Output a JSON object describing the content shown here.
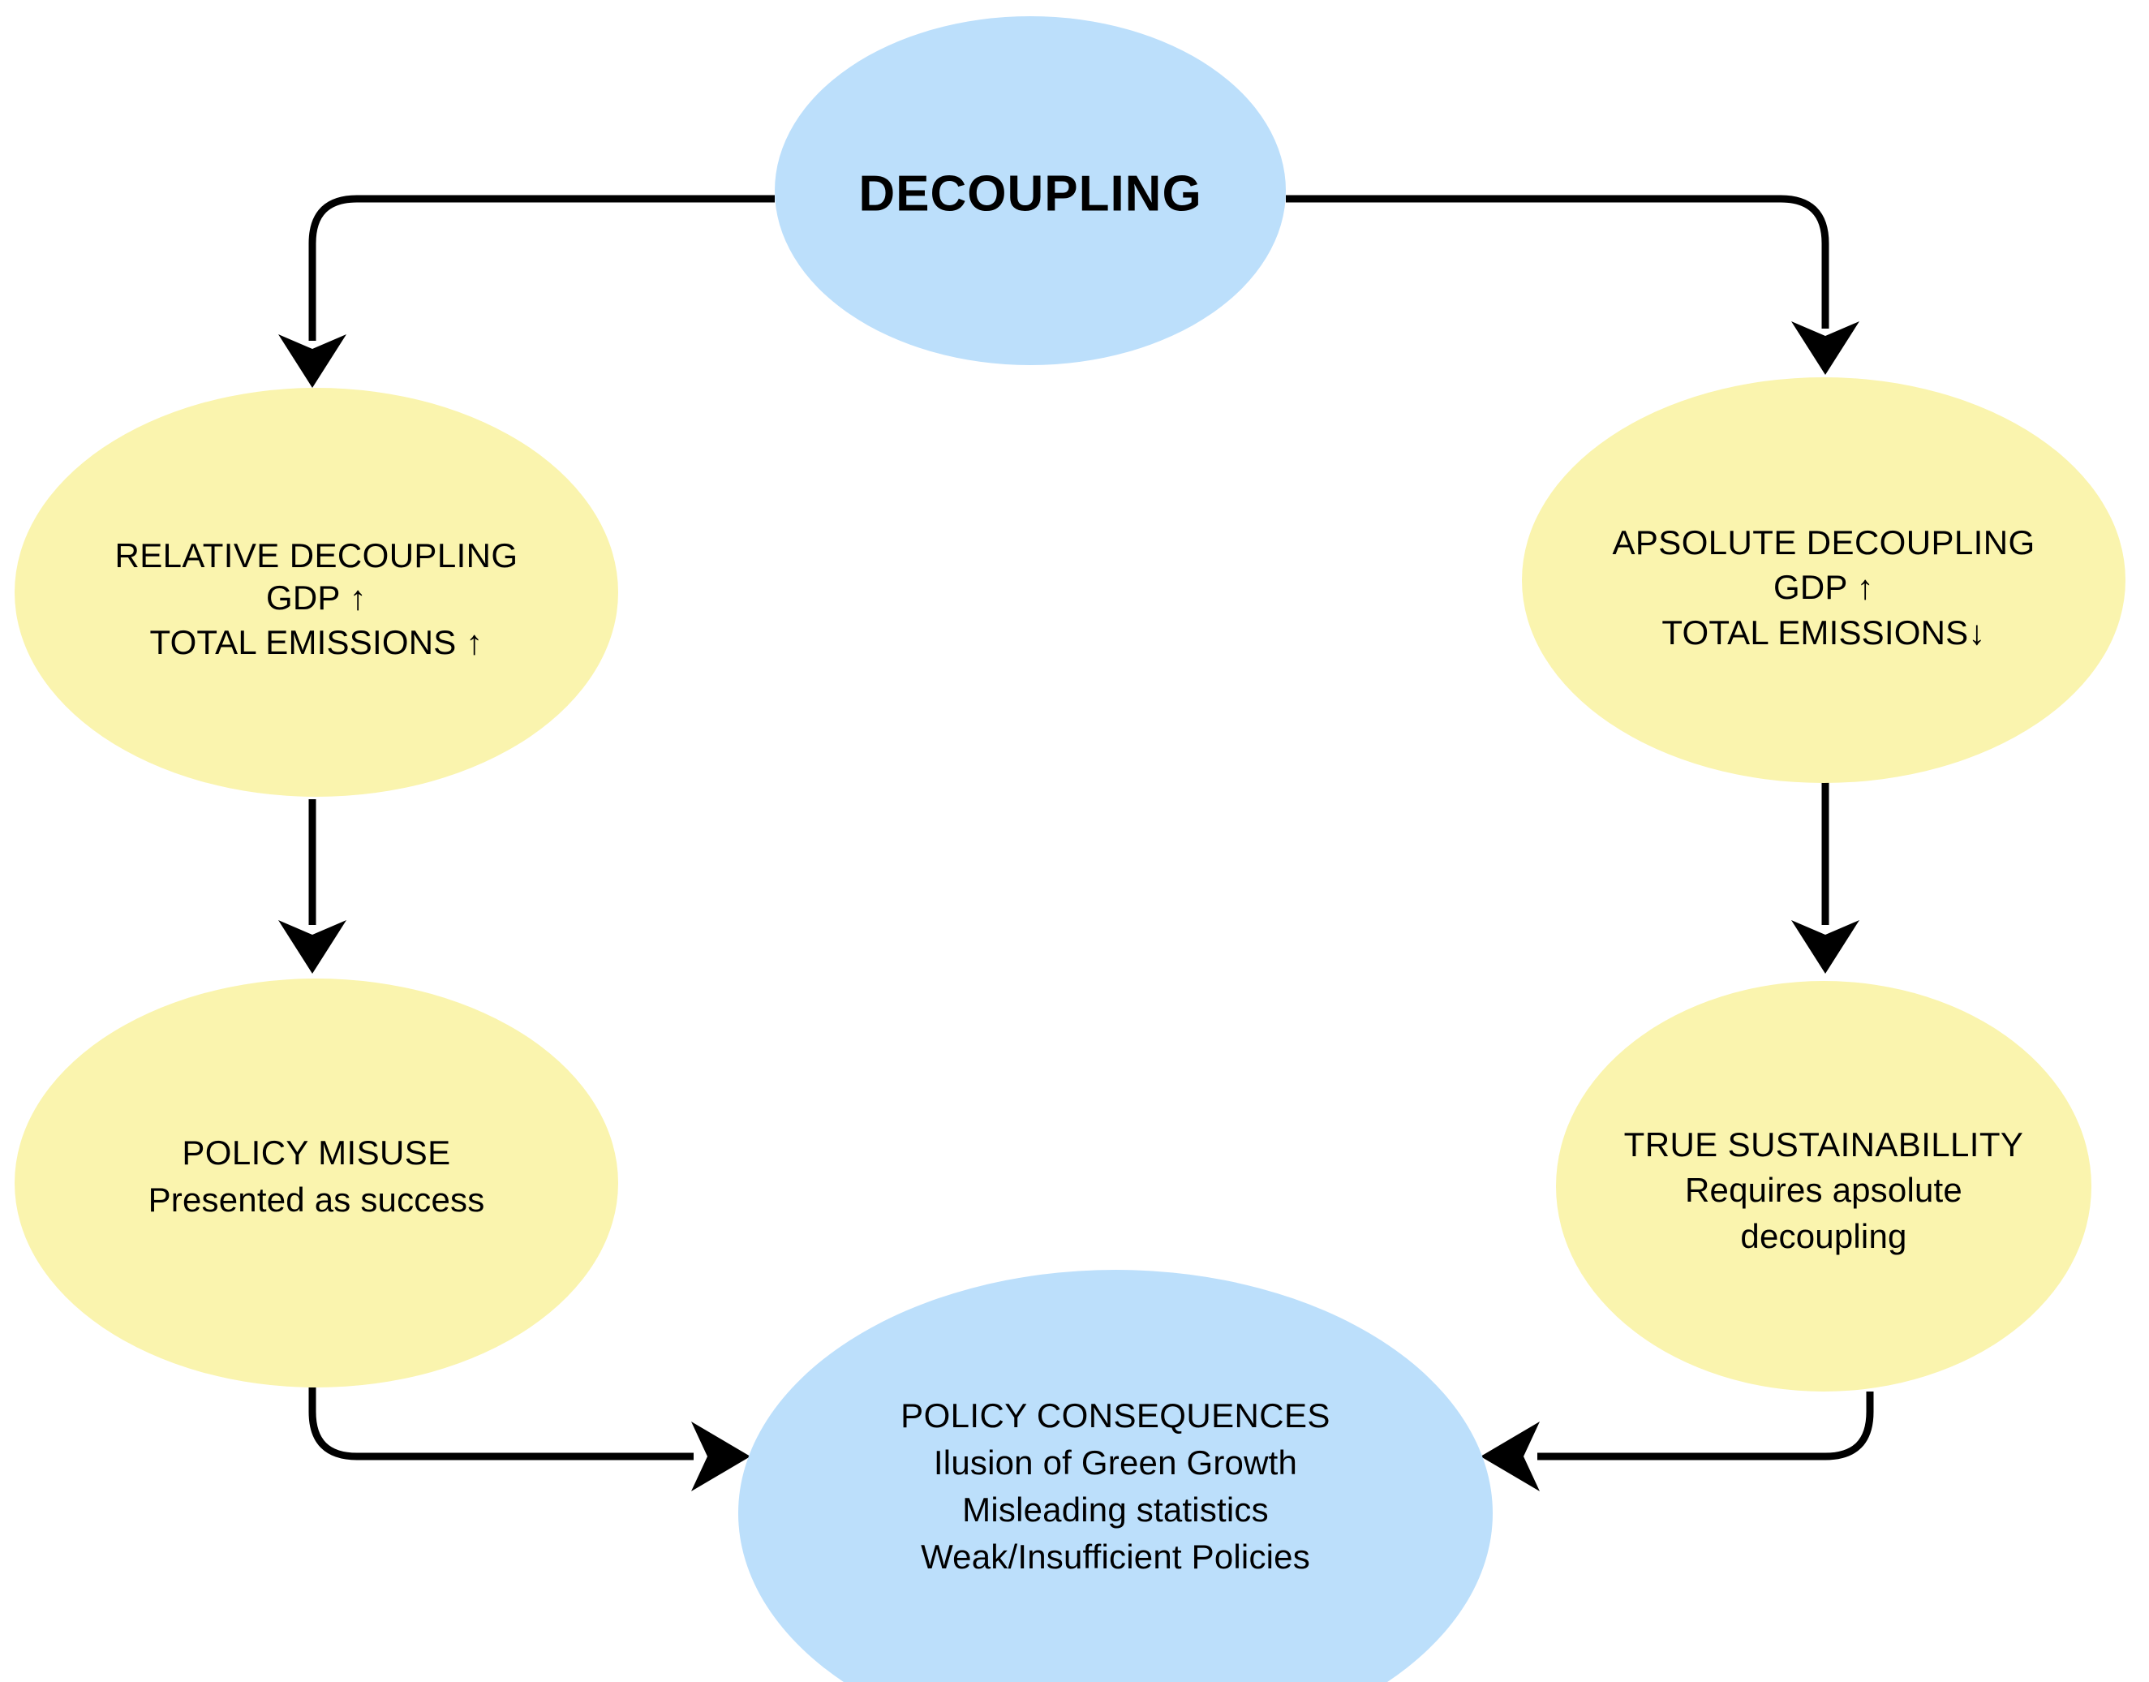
{
  "diagram": {
    "title_node": {
      "id": "decoupling",
      "label": "DECOUPLING",
      "shape": "ellipse",
      "color": "#bcdffb"
    },
    "colors": {
      "blue_fill": "#bcdffb",
      "yellow_fill": "#faf4ae",
      "connector": "#000000",
      "text": "#000000",
      "background": "#ffffff"
    },
    "nodes": [
      {
        "id": "relative-decoupling",
        "color": "#faf4ae",
        "lines": [
          "RELATIVE DECOUPLING",
          "GDP  ↑",
          "TOTAL EMISSIONS  ↑"
        ]
      },
      {
        "id": "apsolute-decoupling",
        "color": "#faf4ae",
        "lines": [
          "APSOLUTE DECOUPLING",
          "GDP  ↑",
          "TOTAL EMISSIONS↓"
        ]
      },
      {
        "id": "policy-misuse",
        "color": "#faf4ae",
        "lines": [
          "POLICY MISUSE",
          "Presented as success"
        ]
      },
      {
        "id": "true-sustainabillity",
        "color": "#faf4ae",
        "lines": [
          "TRUE SUSTAINABILLITY",
          "Requires apsolute",
          "decoupling"
        ]
      },
      {
        "id": "policy-consequences",
        "color": "#bcdffb",
        "lines": [
          "POLICY CONSEQUENCES",
          "Ilusion of Green Growth",
          "Misleading statistics",
          "Weak/Insufficient Policies"
        ]
      }
    ],
    "edges": [
      {
        "id": "edge-decoupling-to-relative",
        "from": "decoupling",
        "to": "relative-decoupling",
        "style": "elbow-left-down"
      },
      {
        "id": "edge-decoupling-to-apsolute",
        "from": "decoupling",
        "to": "apsolute-decoupling",
        "style": "elbow-right-down"
      },
      {
        "id": "edge-relative-to-misuse",
        "from": "relative-decoupling",
        "to": "policy-misuse",
        "style": "straight-down"
      },
      {
        "id": "edge-apsolute-to-sustainability",
        "from": "apsolute-decoupling",
        "to": "true-sustainabillity",
        "style": "straight-down"
      },
      {
        "id": "edge-misuse-to-consequences",
        "from": "policy-misuse",
        "to": "policy-consequences",
        "style": "elbow-down-right"
      },
      {
        "id": "edge-sustainability-to-consequences",
        "from": "true-sustainabillity",
        "to": "policy-consequences",
        "style": "elbow-down-left"
      }
    ]
  },
  "text": {
    "root": "DECOUPLING",
    "relative": {
      "l1": "RELATIVE DECOUPLING",
      "l2": "GDP  ↑",
      "l3": "TOTAL EMISSIONS  ↑"
    },
    "apsolute": {
      "l1": "APSOLUTE DECOUPLING",
      "l2": "GDP  ↑",
      "l3": "TOTAL EMISSIONS↓"
    },
    "misuse": {
      "l1": "POLICY MISUSE",
      "l2": "Presented as success"
    },
    "sustainability": {
      "l1": "TRUE SUSTAINABILLITY",
      "l2": "Requires apsolute",
      "l3": "decoupling"
    },
    "consequences": {
      "l1": "POLICY CONSEQUENCES",
      "l2": "Ilusion of Green Growth",
      "l3": "Misleading statistics",
      "l4": "Weak/Insufficient Policies"
    }
  }
}
